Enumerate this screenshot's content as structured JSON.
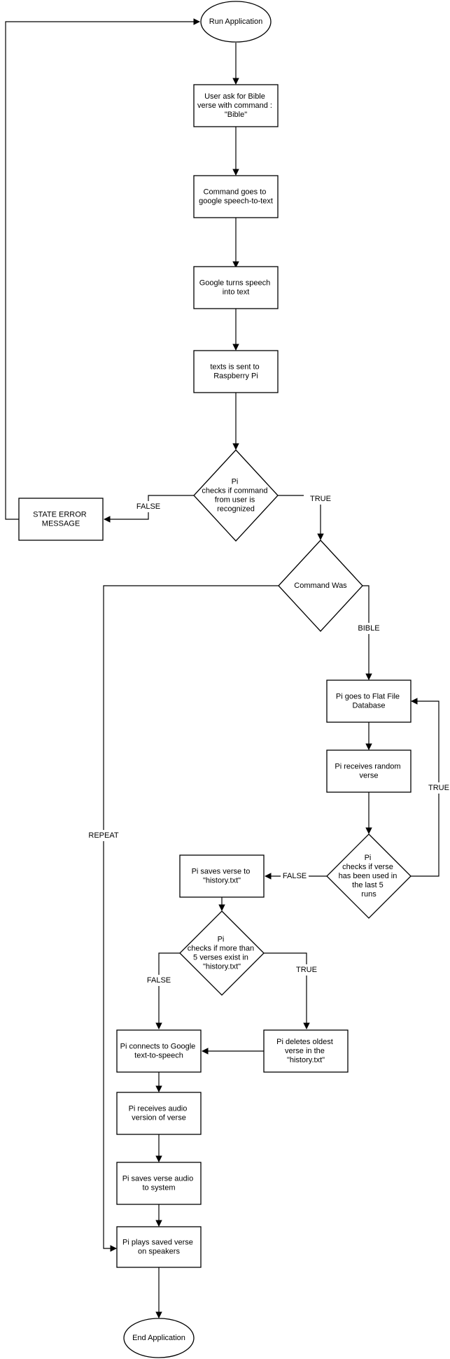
{
  "nodes": {
    "run_application": [
      "Run Application"
    ],
    "user_ask": [
      "User ask for Bible",
      "verse with command :",
      "\"Bible\""
    ],
    "to_speech_to_text": [
      "Command goes to",
      "google speech-to-text"
    ],
    "google_turns": [
      "Google turns speech",
      "into text"
    ],
    "text_sent": [
      "texts is sent to",
      "Raspberry Pi"
    ],
    "pi_checks_command": [
      "Pi",
      "checks if command",
      "from user is",
      "recognized"
    ],
    "state_error": [
      "STATE ERROR",
      "MESSAGE"
    ],
    "command_was": [
      "Command Was"
    ],
    "flat_file_db": [
      "Pi goes to Flat File",
      "Database"
    ],
    "random_verse": [
      "Pi receives random",
      "verse"
    ],
    "verse_used": [
      "Pi",
      "checks if verse",
      "has been used in",
      "the last 5",
      "runs"
    ],
    "save_history": [
      "Pi saves verse to",
      "\"history.txt\""
    ],
    "more_than_5": [
      "Pi",
      "checks if more than",
      "5 verses exist in",
      "\"history.txt\""
    ],
    "delete_oldest": [
      "Pi deletes oldest",
      "verse in the",
      "\"history.txt\""
    ],
    "connect_tts": [
      "Pi connects to Google",
      "text-to-speech"
    ],
    "receive_audio": [
      "Pi receives audio",
      "version of verse"
    ],
    "save_audio": [
      "Pi saves verse audio",
      "to system"
    ],
    "play_verse": [
      "Pi plays saved verse",
      "on speakers"
    ],
    "end_application": [
      "End Application"
    ]
  },
  "edge_labels": {
    "false_error": "FALSE",
    "true_command": "TRUE",
    "bible": "BIBLE",
    "repeat": "REPEAT",
    "true_verse_used": "TRUE",
    "false_verse_used": "FALSE",
    "false_more_than_5": "FALSE",
    "true_more_than_5": "TRUE"
  }
}
